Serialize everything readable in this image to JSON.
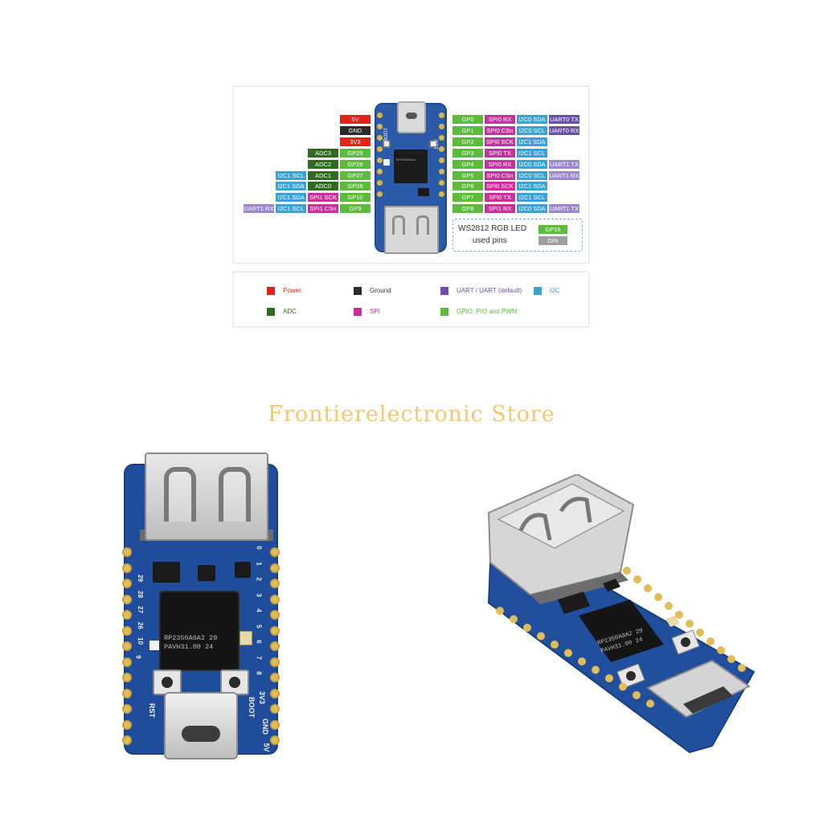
{
  "diagram": {
    "left_pins": [
      {
        "cols": [
          {
            "text": "5V",
            "cls": "c-power"
          }
        ]
      },
      {
        "cols": [
          {
            "text": "GND",
            "cls": "c-ground"
          }
        ]
      },
      {
        "cols": [
          {
            "text": "3V3",
            "cls": "c-power"
          }
        ]
      },
      {
        "cols": [
          {
            "text": "ADC3",
            "cls": "c-adc"
          },
          {
            "text": "GP29",
            "cls": "c-gpio"
          }
        ]
      },
      {
        "cols": [
          {
            "text": "ADC2",
            "cls": "c-adc"
          },
          {
            "text": "GP28",
            "cls": "c-gpio"
          }
        ]
      },
      {
        "cols": [
          {
            "text": "I2C1 SCL",
            "cls": "c-i2c"
          },
          {
            "text": "ADC1",
            "cls": "c-adc"
          },
          {
            "text": "GP27",
            "cls": "c-gpio"
          }
        ]
      },
      {
        "cols": [
          {
            "text": "I2C1 SDA",
            "cls": "c-i2c"
          },
          {
            "text": "ADC0",
            "cls": "c-adc"
          },
          {
            "text": "GP26",
            "cls": "c-gpio"
          }
        ]
      },
      {
        "cols": [
          {
            "text": "I2C1 SDA",
            "cls": "c-i2c"
          },
          {
            "text": "SPI1 SCK",
            "cls": "c-spi"
          },
          {
            "text": "GP10",
            "cls": "c-gpio"
          }
        ]
      },
      {
        "cols": [
          {
            "text": "UART1 RX",
            "cls": "c-uartd"
          },
          {
            "text": "I2C1 SCL",
            "cls": "c-i2c"
          },
          {
            "text": "SPI1 CSn",
            "cls": "c-spi"
          },
          {
            "text": "GP9",
            "cls": "c-gpio"
          }
        ]
      }
    ],
    "right_pins": [
      {
        "cols": [
          {
            "text": "GP0",
            "cls": "c-gpio"
          },
          {
            "text": "SPI0 RX",
            "cls": "c-spi"
          },
          {
            "text": "I2C0 SDA",
            "cls": "c-i2c"
          },
          {
            "text": "UART0 TX",
            "cls": "c-uart"
          }
        ]
      },
      {
        "cols": [
          {
            "text": "GP1",
            "cls": "c-gpio"
          },
          {
            "text": "SPI0 CSn",
            "cls": "c-spi"
          },
          {
            "text": "I2C0 SCL",
            "cls": "c-i2c"
          },
          {
            "text": "UART0 RX",
            "cls": "c-uart"
          }
        ]
      },
      {
        "cols": [
          {
            "text": "GP2",
            "cls": "c-gpio"
          },
          {
            "text": "SPI0 SCK",
            "cls": "c-spi"
          },
          {
            "text": "I2C1 SDA",
            "cls": "c-i2c"
          }
        ]
      },
      {
        "cols": [
          {
            "text": "GP3",
            "cls": "c-gpio"
          },
          {
            "text": "SPI0 TX",
            "cls": "c-spi"
          },
          {
            "text": "I2C1 SCL",
            "cls": "c-i2c"
          }
        ]
      },
      {
        "cols": [
          {
            "text": "GP4",
            "cls": "c-gpio"
          },
          {
            "text": "SPI0 RX",
            "cls": "c-spi"
          },
          {
            "text": "I2C0 SDA",
            "cls": "c-i2c"
          },
          {
            "text": "UART1 TX",
            "cls": "c-uartd"
          }
        ]
      },
      {
        "cols": [
          {
            "text": "GP5",
            "cls": "c-gpio"
          },
          {
            "text": "SPI0 CSn",
            "cls": "c-spi"
          },
          {
            "text": "I2C0 SCL",
            "cls": "c-i2c"
          },
          {
            "text": "UART1 RX",
            "cls": "c-uartd"
          }
        ]
      },
      {
        "cols": [
          {
            "text": "GP6",
            "cls": "c-gpio"
          },
          {
            "text": "SPI0 SCK",
            "cls": "c-spi"
          },
          {
            "text": "I2C1 SDA",
            "cls": "c-i2c"
          }
        ]
      },
      {
        "cols": [
          {
            "text": "GP7",
            "cls": "c-gpio"
          },
          {
            "text": "SPI0 TX",
            "cls": "c-spi"
          },
          {
            "text": "I2C1 SCL",
            "cls": "c-i2c"
          }
        ]
      },
      {
        "cols": [
          {
            "text": "GP8",
            "cls": "c-gpio"
          },
          {
            "text": "SPI1 RX",
            "cls": "c-spi"
          },
          {
            "text": "I2C0 SDA",
            "cls": "c-i2c"
          },
          {
            "text": "UART1 TX",
            "cls": "c-uartd"
          }
        ]
      }
    ],
    "led": {
      "title": "WS2812 RGB LED",
      "subtitle": "used pins",
      "pin": "GP16",
      "signal": "DIN"
    },
    "board_silk": {
      "boot": "BOOT",
      "rst": "RST",
      "chip": "RP2350A0A2"
    }
  },
  "legend": [
    {
      "label": "Power",
      "swatch": "#e2231a",
      "text_color": "#e2231a"
    },
    {
      "label": "Ground",
      "swatch": "#2b2b2b",
      "text_color": "#333333"
    },
    {
      "label": "UART / UART (default)",
      "swatch": "#6b4fae",
      "text_color": "#6b4fae"
    },
    {
      "label": "I2C",
      "swatch": "#3aa2d6",
      "text_color": "#3aa2d6"
    },
    {
      "label": "ADC",
      "swatch": "#2f6b1f",
      "text_color": "#2f6b1f"
    },
    {
      "label": "SPI",
      "swatch": "#c8319b",
      "text_color": "#c8319b"
    },
    {
      "label": "GPIO, PIO and PWM",
      "swatch": "#5dbb3c",
      "text_color": "#5dbb3c"
    }
  ],
  "store_name": "Frontierelectronic Store",
  "photo_front": {
    "chip_line1": "RP2350A0A2  29",
    "chip_line2": "PAVH31.00  24",
    "silk_rst": "RST",
    "silk_boot": "BOOT",
    "silk_3v3": "3V3",
    "silk_gnd": "GND",
    "silk_5v": "5V",
    "pin_nums_right": [
      "0",
      "1",
      "2",
      "3",
      "4",
      "5",
      "6",
      "7",
      "8"
    ],
    "pin_nums_left": [
      "29",
      "28",
      "27",
      "26",
      "10",
      "9"
    ]
  },
  "photo_angle": {
    "chip_line1": "RP2350A0A2  29",
    "chip_line2": "PAVH31.00  24"
  }
}
